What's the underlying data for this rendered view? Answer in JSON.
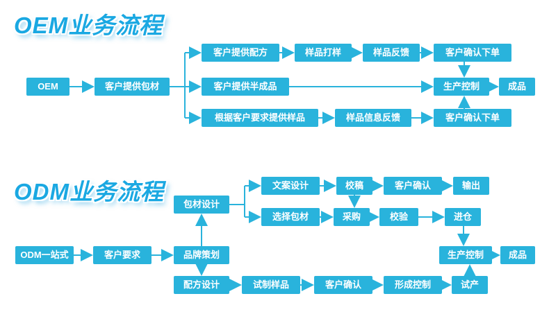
{
  "accent_color": "#29b3dc",
  "title_color": "#1aa8e2",
  "oem_section": {
    "title": "OEM业务流程",
    "nodes": {
      "start": "OEM",
      "packaging": "客户提供包材",
      "formula": "客户提供配方",
      "sample_proof": "样品打样",
      "sample_feedback": "样品反馈",
      "confirm_order_1": "客户确认下单",
      "semi_finished": "客户提供半成品",
      "production_control": "生产控制",
      "finished": "成品",
      "sample_by_request": "根据客户要求提供样品",
      "sample_info_feedback": "样品信息反馈",
      "confirm_order_2": "客户确认下单"
    }
  },
  "odm_section": {
    "title": "ODM业务流程",
    "nodes": {
      "start": "ODM一站式",
      "customer_request": "客户要求",
      "brand_planning": "品牌策划",
      "packaging_design": "包材设计",
      "copy_design": "文案设计",
      "proofreading": "校稿",
      "customer_confirm_1": "客户确认",
      "output": "输出",
      "select_packaging": "选择包材",
      "purchase": "采购",
      "verification": "校验",
      "warehouse": "进仓",
      "formula_design": "配方设计",
      "trial_sample": "试制样品",
      "customer_confirm_2": "客户确认",
      "formation_control": "形成控制",
      "trial_production": "试产",
      "production_control": "生产控制",
      "finished": "成品"
    }
  }
}
